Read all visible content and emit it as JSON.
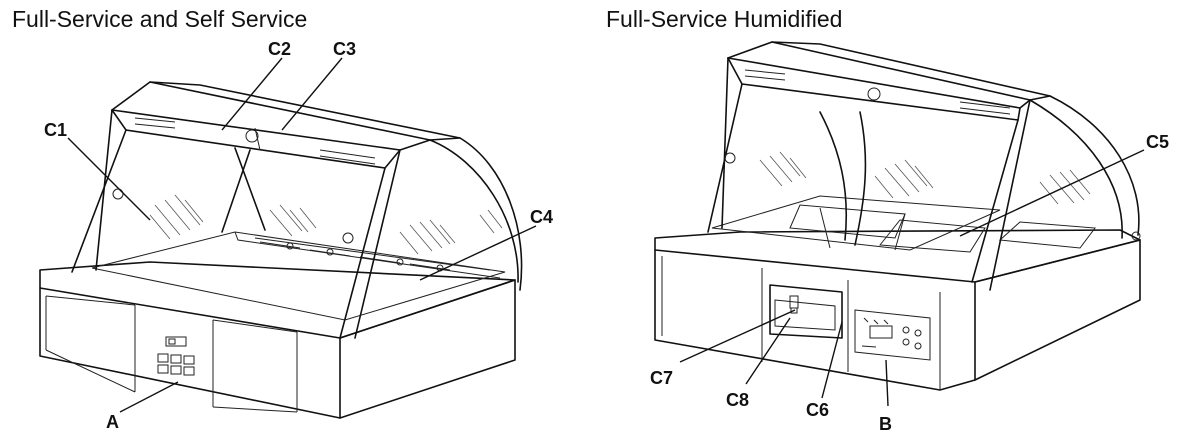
{
  "titles": {
    "left": "Full-Service and Self Service",
    "right": "Full-Service Humidified"
  },
  "callouts": {
    "A": "A",
    "B": "B",
    "C1": "C1",
    "C2": "C2",
    "C3": "C3",
    "C4": "C4",
    "C5": "C5",
    "C6": "C6",
    "C7": "C7",
    "C8": "C8"
  }
}
